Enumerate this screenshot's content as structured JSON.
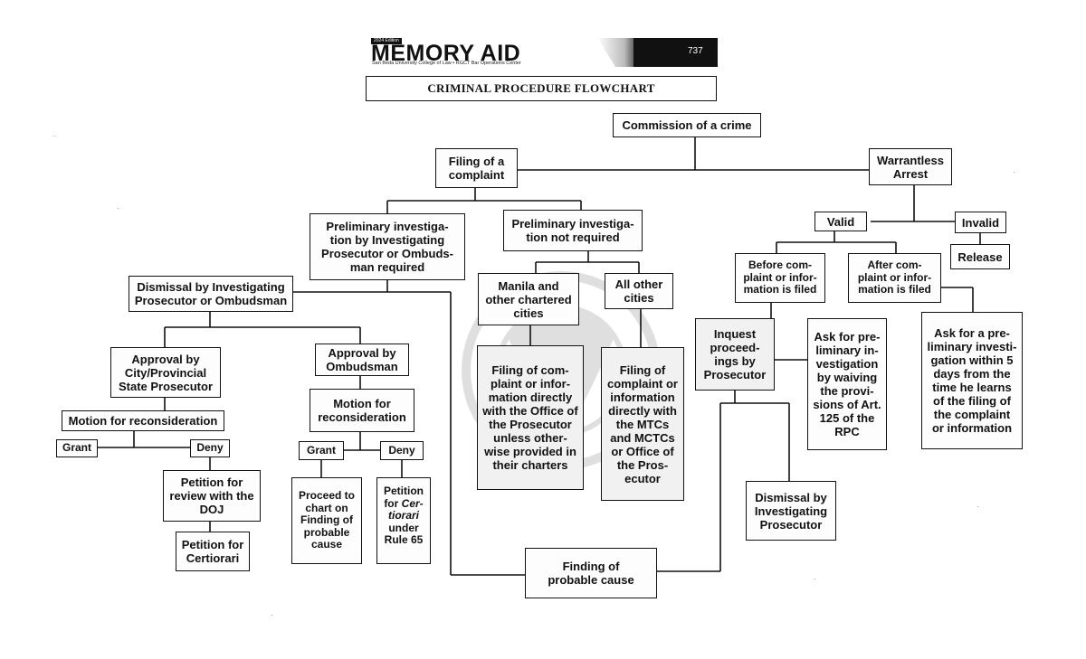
{
  "header": {
    "logo_text": "MEMORY AID",
    "logo_badge": "2024 Edition",
    "logo_sub": "San Beda University College of Law • RGCT Bar Operations Center",
    "page_number": "737"
  },
  "title": "CRIMINAL PROCEDURE FLOWCHART",
  "nodes": {
    "commission": "Commission of a crime",
    "filing": "Filing of a\ncomplaint",
    "warrantless": "Warrantless\nArrest",
    "pi_required": "Preliminary investiga-\ntion by  Investigating\nProsecutor or Ombuds-\nman required",
    "pi_not_required": "Preliminary investiga-\ntion not required",
    "valid": "Valid",
    "invalid": "Invalid",
    "release": "Release",
    "before_filed": "Before com-\nplaint or infor-\nmation is filed",
    "after_filed": "After com-\nplaint or infor-\nmation is filed",
    "dismissal_top": "Dismissal by Investigating\nProsecutor or Ombudsman",
    "manila": "Manila and\nother chartered\ncities",
    "all_other": "All other\ncities",
    "inquest": "Inquest\nproceed-\nings by\nProsecutor",
    "ask_waiving": "Ask for pre-\nliminary in-\nvestigation\nby waiving\nthe provi-\nsions of Art.\n125 of the\nRPC",
    "ask_5days": "Ask for a pre-\nliminary investi-\ngation within 5\ndays from the\ntime he learns\nof the filing of\nthe complaint\nor information",
    "approval_city": "Approval by\nCity/Provincial\nState Prosecutor",
    "approval_ombuds": "Approval by\nOmbudsman",
    "filing_office": "Filing of com-\nplaint or infor-\nmation directly\nwith the Office of\nthe Prosecutor\nunless other-\nwise provided in\ntheir charters",
    "filing_mtc": "Filing of\ncomplaint or\ninformation\ndirectly with\nthe MTCs\nand MCTCs\nor Office of\nthe Pros-\necutor",
    "motion_recon_left": "Motion for reconsideration",
    "motion_recon_mid": "Motion for\nreconsideration",
    "grant_left": "Grant",
    "deny_left": "Deny",
    "grant_mid": "Grant",
    "deny_mid": "Deny",
    "petition_review": "Petition for\nreview with the\nDOJ",
    "petition_certiorari": "Petition for\nCertiorari",
    "proceed_chart": "Proceed to\nchart on\nFinding of\nprobable\ncause",
    "petition_cert_rule_1": "Petition\nfor ",
    "petition_cert_rule_2": "Cer-\ntiorari",
    "petition_cert_rule_3": "\nunder\nRule 65",
    "dismissal_bottom": "Dismissal by\nInvestigating\nProsecutor",
    "finding": "Finding of\nprobable cause"
  }
}
